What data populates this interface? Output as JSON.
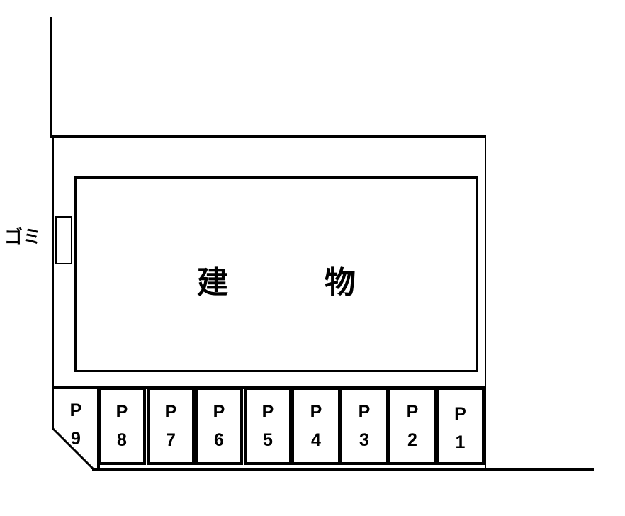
{
  "site_plan": {
    "building_label": "建　物",
    "garbage_label": "ゴミ",
    "parking": [
      {
        "id": "P1",
        "letter": "P",
        "number": "1"
      },
      {
        "id": "P2",
        "letter": "P",
        "number": "2"
      },
      {
        "id": "P3",
        "letter": "P",
        "number": "3"
      },
      {
        "id": "P4",
        "letter": "P",
        "number": "4"
      },
      {
        "id": "P5",
        "letter": "P",
        "number": "5"
      },
      {
        "id": "P6",
        "letter": "P",
        "number": "6"
      },
      {
        "id": "P7",
        "letter": "P",
        "number": "7"
      },
      {
        "id": "P8",
        "letter": "P",
        "number": "8"
      },
      {
        "id": "P9",
        "letter": "P",
        "number": "9"
      }
    ]
  }
}
